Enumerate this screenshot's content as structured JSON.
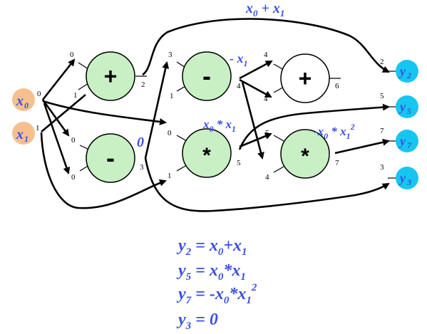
{
  "inputs": [
    {
      "sym": "x",
      "sub": "0"
    },
    {
      "sym": "x",
      "sub": "1"
    }
  ],
  "outputs": [
    {
      "sym": "y",
      "sub": "2",
      "port": "2"
    },
    {
      "sym": "y",
      "sub": "5",
      "port": "5"
    },
    {
      "sym": "y",
      "sub": "7",
      "port": "7"
    },
    {
      "sym": "y",
      "sub": "3",
      "port": "3"
    }
  ],
  "gates": [
    {
      "op": "+",
      "in_a": "0",
      "in_b": "1",
      "out": "2"
    },
    {
      "op": "-",
      "in_a": "0",
      "in_b": "0",
      "out": "3"
    },
    {
      "op": "-",
      "in_a": "3",
      "in_b": "1",
      "out": "4"
    },
    {
      "op": "*",
      "in_a": "0",
      "in_b": "1",
      "out": "5"
    },
    {
      "op": "+",
      "in_a": "4",
      "in_b": "4",
      "out": "6"
    },
    {
      "op": "*",
      "in_a": "5",
      "in_b": "4",
      "out": "7"
    }
  ],
  "input_ports": {
    "x0_out": "0",
    "x1_out": "1"
  },
  "annotations": {
    "sum": {
      "a": "x",
      "a_sub": "0",
      "op": " + ",
      "b": "x",
      "b_sub": "1"
    },
    "neg": {
      "prefix": "- ",
      "a": "x",
      "a_sub": "1"
    },
    "prod": {
      "a": "x",
      "a_sub": "0",
      "op": " * ",
      "b": "x",
      "b_sub": "1"
    },
    "zero": "0",
    "negprod": {
      "prefix": "-",
      "a": "x",
      "a_sub": "0",
      "op": " * ",
      "b": "x",
      "b_sub": "1",
      "exp": "2"
    }
  },
  "equations": [
    {
      "lhs": "y",
      "lhs_sub": "2",
      "rhs": [
        [
          "x",
          "0"
        ],
        [
          "+",
          ""
        ],
        [
          "x",
          "1"
        ]
      ]
    },
    {
      "lhs": "y",
      "lhs_sub": "5",
      "rhs": [
        [
          "x",
          "0"
        ],
        [
          "*",
          ""
        ],
        [
          "x",
          "1"
        ]
      ]
    },
    {
      "lhs": "y",
      "lhs_sub": "7",
      "rhs": [
        [
          "-x",
          "0"
        ],
        [
          "*",
          ""
        ],
        [
          "x",
          "1"
        ]
      ],
      "exp": "2"
    },
    {
      "lhs": "y",
      "lhs_sub": "3",
      "rhs": [
        [
          "0",
          ""
        ]
      ]
    }
  ],
  "colors": {
    "input_fill": "#f5c08e",
    "output_fill": "#16c6f0",
    "gate_fill": "#c8f0c4",
    "gate_fill_white": "#ffffff",
    "annotation": "#3a4fe0"
  }
}
